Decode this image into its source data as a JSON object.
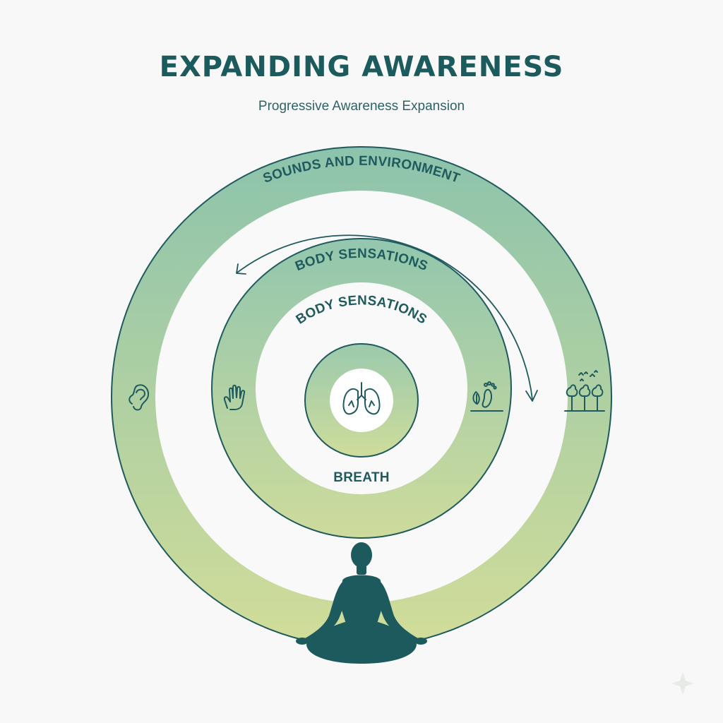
{
  "title": "EXPANDING AWARENESS",
  "subtitle": "Progressive Awareness Expansion",
  "rings": {
    "outer_label": "SOUNDS AND ENVIRONMENT",
    "middle_label": "BODY SENSATIONS",
    "inner_top_label": "BODY SENSATIONS",
    "inner_bottom_label": "BREATH"
  },
  "icons": {
    "outer_left": "ear-icon",
    "outer_right": "trees-birds-icon",
    "middle_left": "hand-icon",
    "middle_right": "foot-icon",
    "center": "lungs-icon",
    "figure": "meditating-person-icon"
  },
  "colors": {
    "ring_top": "#8cc3ac",
    "ring_bottom": "#cfdc98",
    "stroke": "#1f5a5e",
    "title": "#1b5a5d",
    "figure": "#1c5a5e"
  }
}
